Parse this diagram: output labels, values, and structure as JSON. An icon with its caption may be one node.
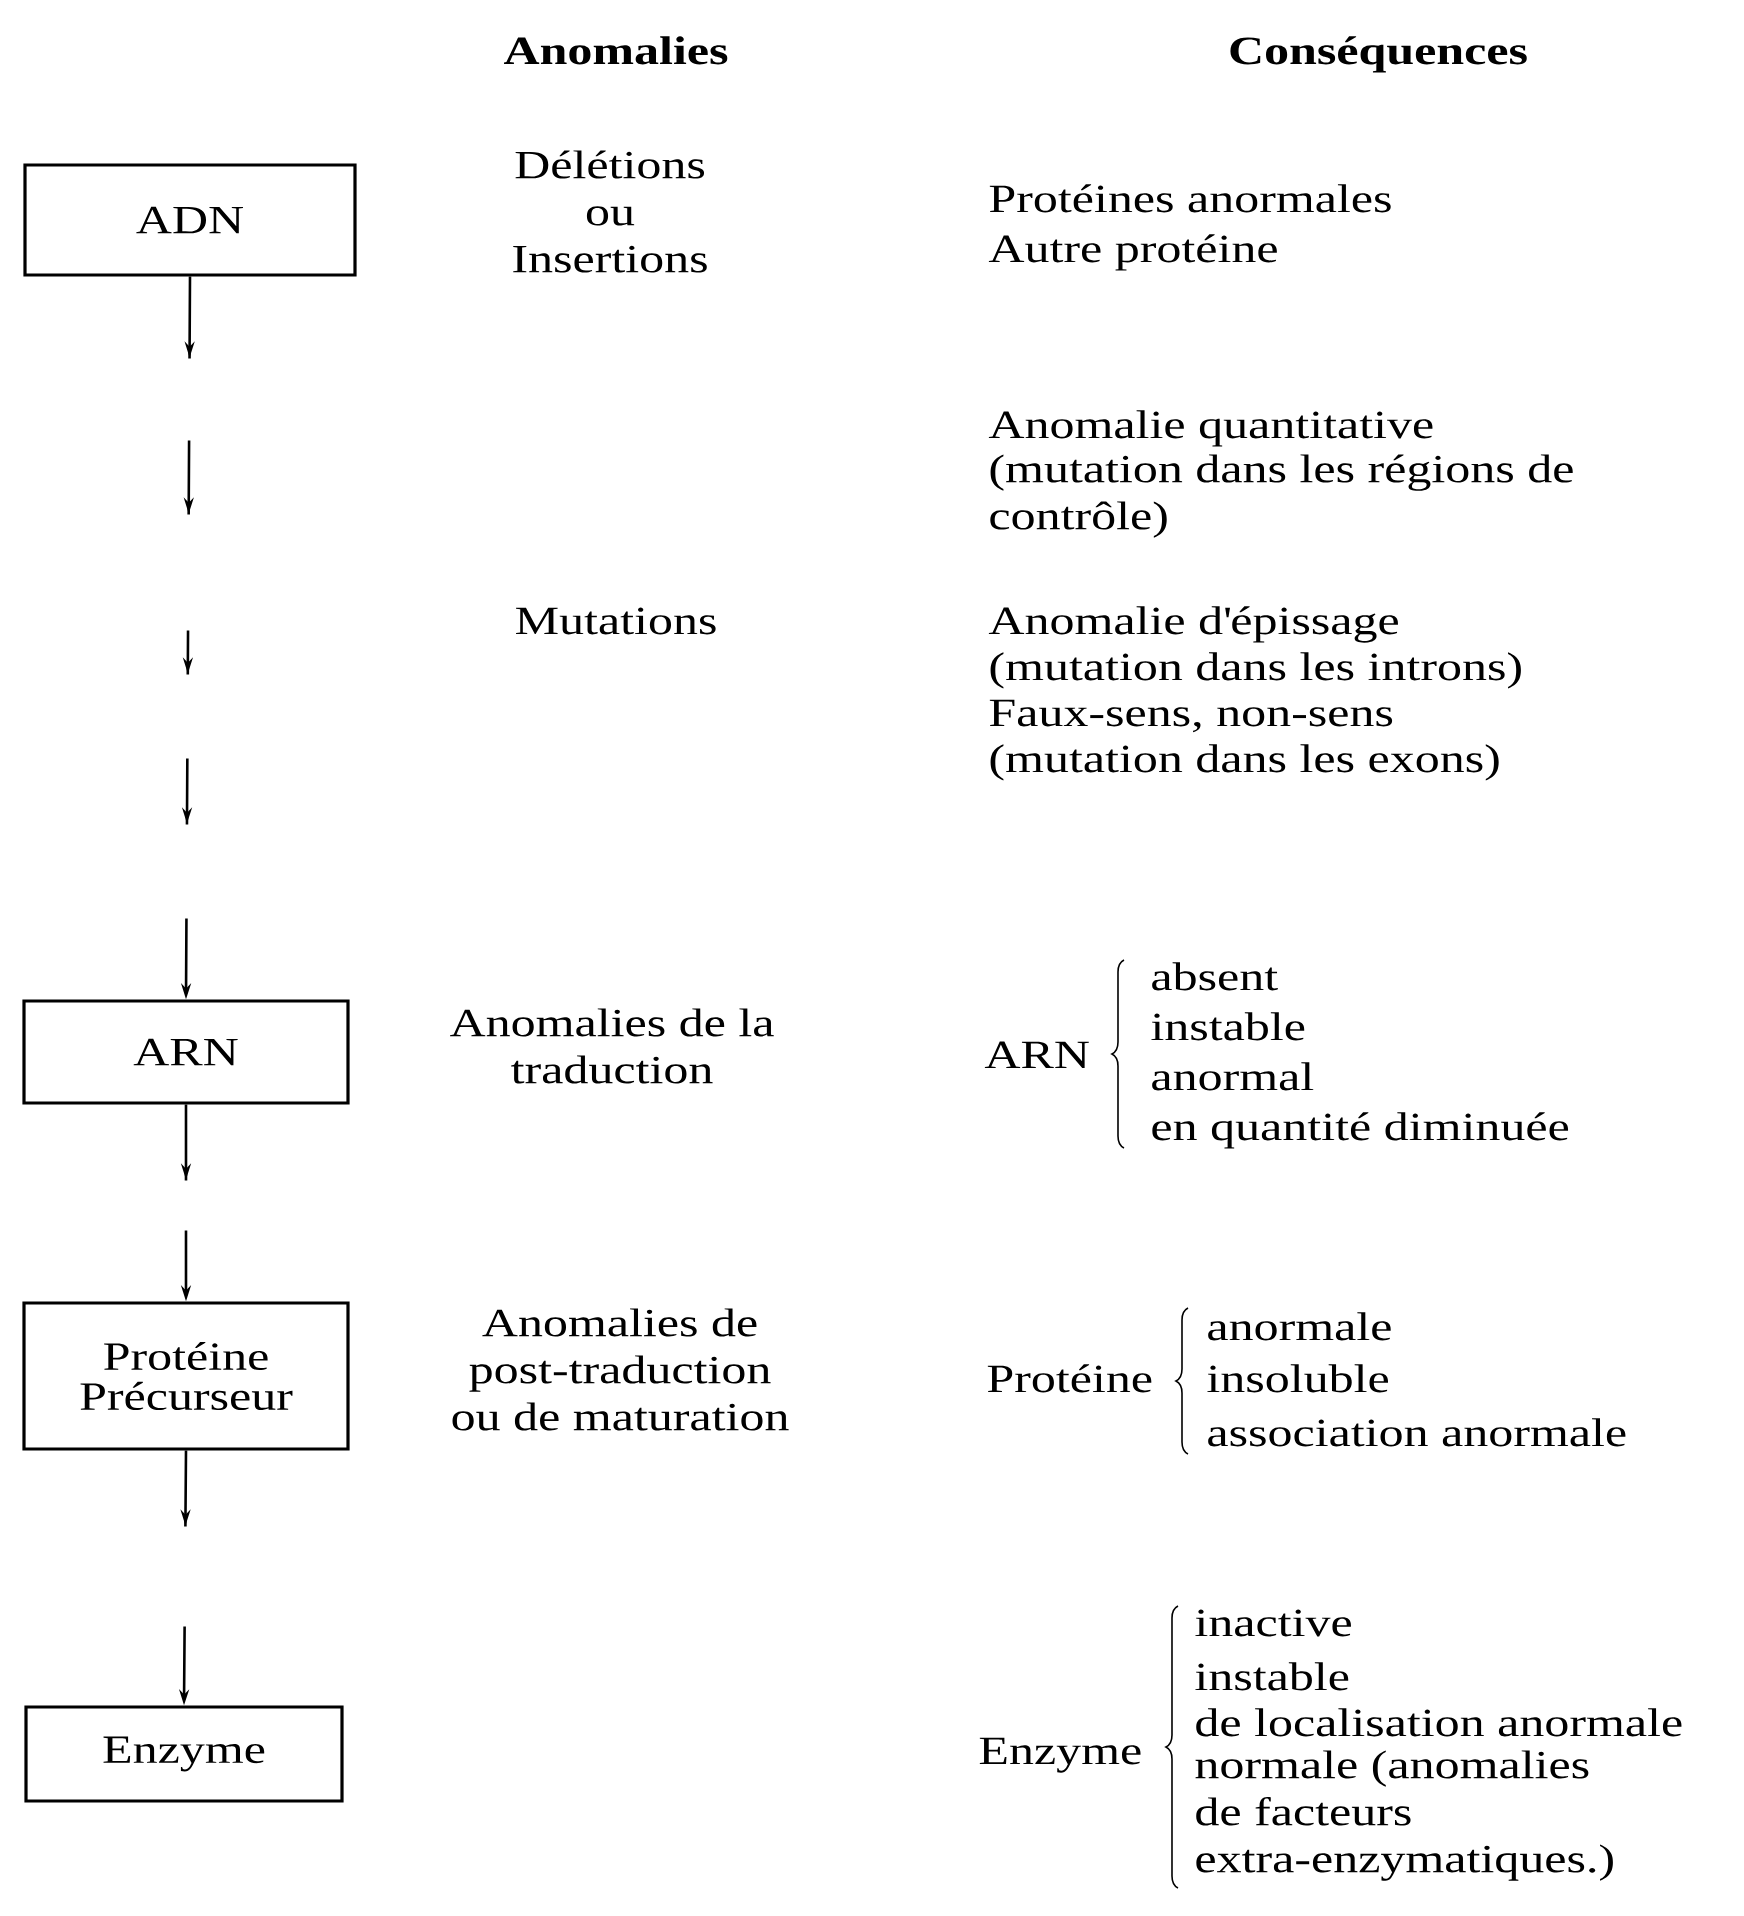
{
  "diagram": {
    "nodes": [
      {
        "text": [
          "ADN"
        ]
      },
      {
        "text": [
          "ARN"
        ]
      },
      {
        "text": [
          "Protéine Précurseur"
        ]
      },
      {
        "text": [
          "Enzyme"
        ]
      }
    ],
    "edges": [
      {
        "from": 0,
        "to": 1,
        "arrow": "to"
      },
      {
        "from": 1,
        "to": 2,
        "arrow": "to"
      },
      {
        "from": 2,
        "to": 3,
        "arrow": "to"
      }
    ],
    "labels": [
      "Anomalies",
      "Conséquences",
      "Délétions ou Insertions",
      "Protéines anormales",
      "Autre protéine",
      "Anomalie quantitative",
      "(mutation dans les régions de contrôle)",
      "Mutations",
      "Anomalie d'épissage",
      "(mutation dans les introns)",
      "Faux-sens, non-sens",
      "(mutation dans les exons)",
      "Anomalies de la traduction",
      "ARN",
      "absent",
      "instable",
      "anormal",
      "en quantité diminuée",
      "Anomalies de post-traduction ou de maturation",
      "Protéine",
      "anormale",
      "insoluble",
      "association anormale",
      "Enzyme",
      "inactive",
      "instable",
      "de localisation anormale",
      "normale (anomalies de facteurs extra-enzymatiques.)"
    ]
  }
}
